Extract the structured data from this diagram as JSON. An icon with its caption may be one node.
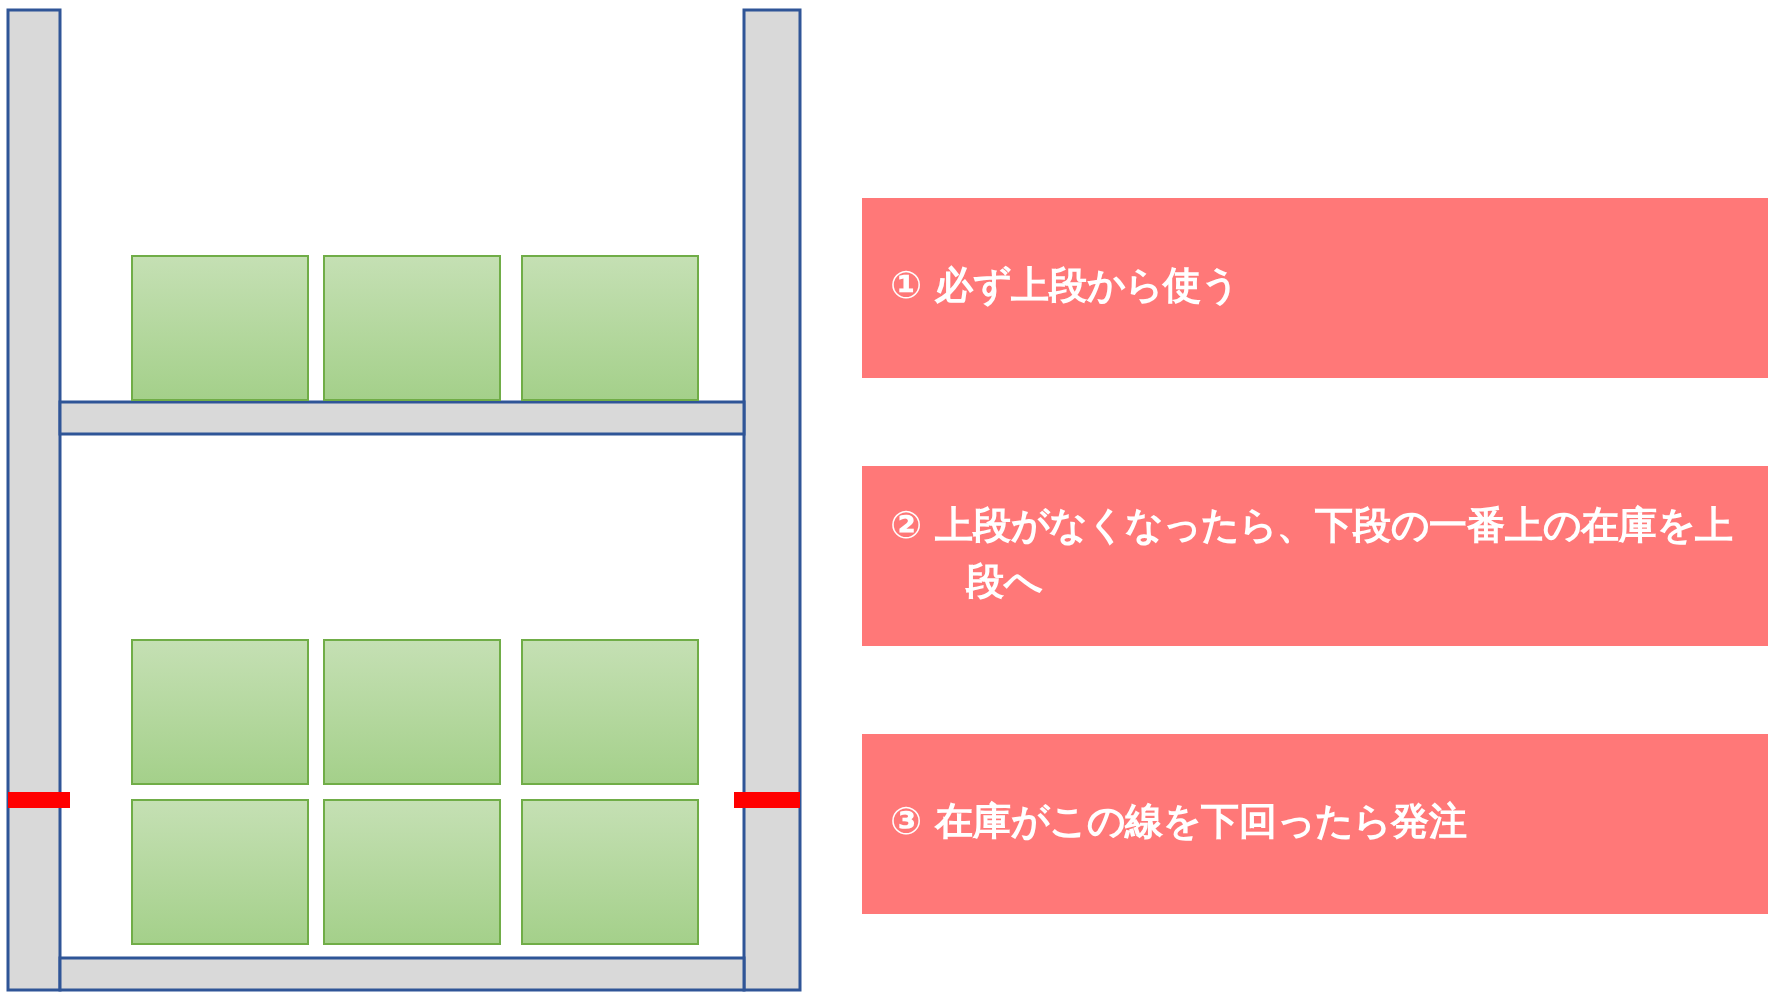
{
  "diagram": {
    "nodes": [
      {
        "text": [
          "① 必ず上段から使う"
        ]
      },
      {
        "text": [
          "② 上段がなくなったら、下段の一番上の在庫を上段へ"
        ]
      },
      {
        "text": [
          "③  在庫がこの線を下回ったら発注"
        ]
      }
    ]
  }
}
